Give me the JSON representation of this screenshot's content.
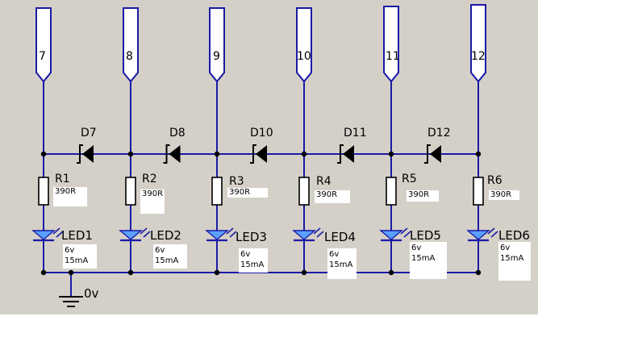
{
  "colors": {
    "wire": "#1a1aa6",
    "background": "#d4d0c8",
    "component": "#000000",
    "led_fill": "#5aa0ff"
  },
  "pins": [
    "7",
    "8",
    "9",
    "10",
    "11",
    "12"
  ],
  "diodes": [
    "D7",
    "D8",
    "D10",
    "D11",
    "D12"
  ],
  "resistors": [
    {
      "name": "R1",
      "value": "390R"
    },
    {
      "name": "R2",
      "value": "390R"
    },
    {
      "name": "R3",
      "value": "390R"
    },
    {
      "name": "R4",
      "value": "390R"
    },
    {
      "name": "R5",
      "value": "390R"
    },
    {
      "name": "R6",
      "value": "390R"
    }
  ],
  "leds": [
    {
      "name": "LED1",
      "voltage": "6v",
      "current": "15mA"
    },
    {
      "name": "LED2",
      "voltage": "6v",
      "current": "15mA"
    },
    {
      "name": "LED3",
      "voltage": "6v",
      "current": "15mA"
    },
    {
      "name": "LED4",
      "voltage": "6v",
      "current": "15mA"
    },
    {
      "name": "LED5",
      "voltage": "6v",
      "current": "15mA"
    },
    {
      "name": "LED6",
      "voltage": "6v",
      "current": "15mA"
    }
  ],
  "ground_label": "0v"
}
